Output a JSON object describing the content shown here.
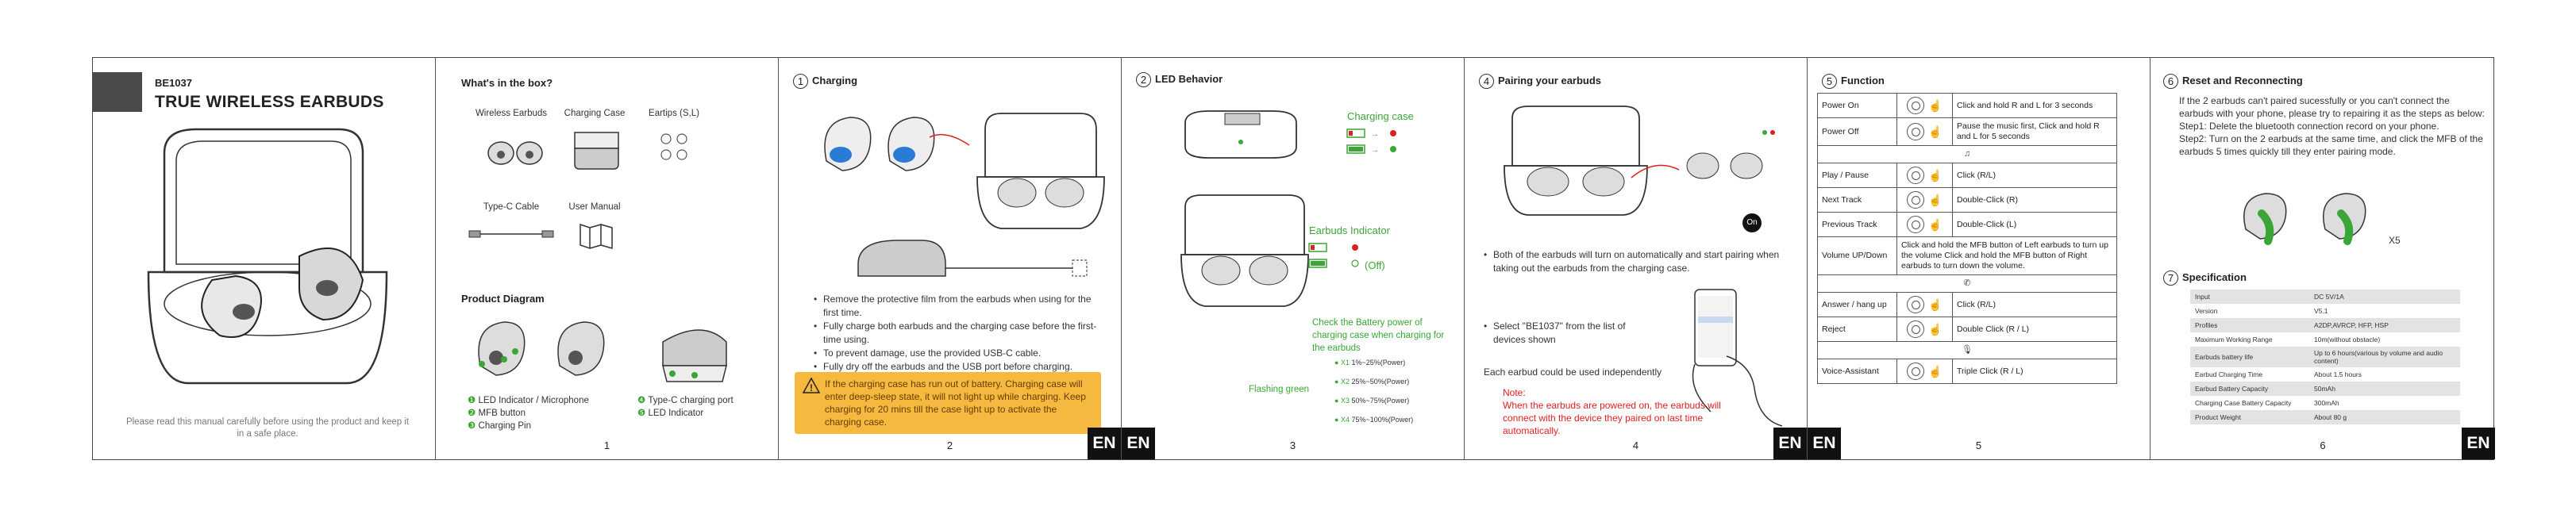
{
  "cover": {
    "model": "BE1037",
    "title": "TRUE WIRELESS EARBUDS",
    "note": "Please read this manual carefully before using the product and keep it in a safe place."
  },
  "box": {
    "heading": "What's in the box?",
    "items": [
      "Wireless Earbuds",
      "Charging Case",
      "Eartips (S,L)",
      "Type-C Cable",
      "User Manual"
    ],
    "diagram_heading": "Product Diagram",
    "diagram_labels_left": [
      "LED Indicator / Microphone",
      "MFB button",
      "Charging Pin"
    ],
    "diagram_labels_right": [
      "Type-C charging port",
      "LED Indicator"
    ],
    "page": "1"
  },
  "charging": {
    "num": "1",
    "heading": "Charging",
    "bullets": [
      "Remove the protective film from the earbuds when using for the first time.",
      "Fully charge both earbuds and the charging case before the first-time using.",
      "To prevent damage, use the provided USB-C cable.",
      "Fully dry off the earbuds and the USB port before charging."
    ],
    "warning": "If the charging case has run out of battery. Charging case will enter deep-sleep state, it will not light up while charging. Keep charging for 20 mins till the case light up to activate the charging case.",
    "page": "2"
  },
  "led": {
    "num": "2",
    "heading": "LED Behavior",
    "case_label": "Charging case",
    "buds_label": "Earbuds Indicator",
    "off": "(Off)",
    "check_note": "Check the Battery power of charging case when charging for the earbuds",
    "flashing": "Flashing green",
    "levels": [
      {
        "x": "X1",
        "range": "1%~25%(Power)"
      },
      {
        "x": "X2",
        "range": "25%~50%(Power)"
      },
      {
        "x": "X3",
        "range": "50%~75%(Power)"
      },
      {
        "x": "X4",
        "range": "75%~100%(Power)"
      }
    ],
    "page": "3"
  },
  "pairing": {
    "num": "4",
    "heading": "Pairing your earbuds",
    "on_badge": "On",
    "bullet1": "Both of the earbuds will turn on automatically and start pairing when taking out the earbuds from the charging case.",
    "bullet2": "Select \"BE1037\" from the list of devices shown",
    "independent": "Each earbud could be used independently",
    "note_label": "Note:",
    "note": "When the earbuds are powered on, the earbuds will connect with the device they paired on last time automatically.",
    "page": "4"
  },
  "function": {
    "num": "5",
    "heading": "Function",
    "rows_power": [
      {
        "k": "Power On",
        "v": "Click and hold R and L for 3 seconds"
      },
      {
        "k": "Power Off",
        "v": "Pause the music first, Click and hold R and L for 5 seconds"
      }
    ],
    "rows_music": [
      {
        "k": "Play / Pause",
        "v": "Click (R/L)"
      },
      {
        "k": "Next Track",
        "v": "Double-Click (R)"
      },
      {
        "k": "Previous Track",
        "v": "Double-Click (L)"
      },
      {
        "k": "Volume UP/Down",
        "v": "Click and hold the MFB button of Left earbuds to turn up the volume Click and hold the MFB button of Right earbuds to turn down the volume."
      }
    ],
    "rows_call": [
      {
        "k": "Answer / hang up",
        "v": "Click (R/L)"
      },
      {
        "k": "Reject",
        "v": "Double Click (R / L)"
      }
    ],
    "rows_voice": [
      {
        "k": "Voice-Assistant",
        "v": "Triple Click (R / L)"
      }
    ],
    "page": "5"
  },
  "reset": {
    "num": "6",
    "heading": "Reset and Reconnecting",
    "text": "If the 2 earbuds can't paired sucessfully or you can't connect the earbuds with your phone, please try to repairing it as the steps as below:",
    "step1": "Step1: Delete the bluetooth connection record on your phone.",
    "step2": "Step2: Turn on the 2 earbuds at the same time, and click the MFB of the earbuds 5 times quickly till they enter pairing mode.",
    "x5": "X5",
    "spec_num": "7",
    "spec_heading": "Specification",
    "specs": [
      {
        "k": "Input",
        "v": "DC 5V/1A"
      },
      {
        "k": "Version",
        "v": "V5.1"
      },
      {
        "k": "Profiles",
        "v": "A2DP,AVRCP, HFP, HSP"
      },
      {
        "k": "Maximum Working Range",
        "v": "10m(without obstacle)"
      },
      {
        "k": "Earbuds battery life",
        "v": "Up to 6 hours(various by volume and audio content)"
      },
      {
        "k": "Earbud Charging Time",
        "v": "About 1.5 hours"
      },
      {
        "k": "Earbud Battery Capacity",
        "v": "50mAh"
      },
      {
        "k": "Charging Case Battery Capacity",
        "v": "300mAh"
      },
      {
        "k": "Product Weight",
        "v": "About 80 g"
      }
    ],
    "page": "6"
  },
  "en": "EN",
  "colors": {
    "green": "#3aa635",
    "red": "#e02020",
    "warning": "#f4b93e",
    "dark": "#111111"
  }
}
